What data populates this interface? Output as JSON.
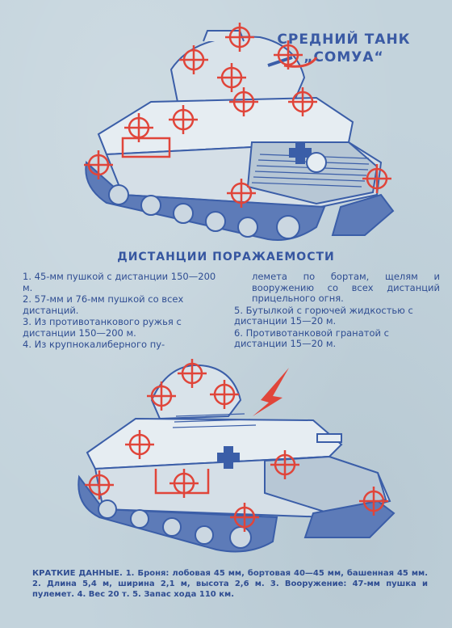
{
  "title": {
    "line1": "СРЕДНИЙ ТАНК",
    "line2": "„СОМУА“"
  },
  "heading": "ДИСТАНЦИИ ПОРАЖАЕМОСТИ",
  "items_left": [
    "1. 45-мм пушкой с дистанции 150—200 м.",
    "2. 57-мм и 76-мм пушкой со всех дистанций.",
    "3. Из противотанкового ружья с дистанции 150—200 м.",
    "4. Из крупнокалиберного пу-"
  ],
  "items_right": [
    "лемета по бортам, щелям и вооружению со всех дистанций прицельного огня.",
    "5. Бутылкой с горючей жидкостью с дистанции 15—20 м.",
    "6. Противотанковой гранатой с дистанции 15—20 м."
  ],
  "facts": "КРАТКИЕ ДАННЫЕ. 1. Броня: лобовая 45 мм, бортовая 40—45 мм, башенная 45 мм. 2. Длина 5,4 м, ширина 2,1 м, высота 2,6 м. 3. Вооружение: 47-мм пушка и пулемет. 4. Вес 20 т. 5. Запас хода 110 км.",
  "colors": {
    "ink": "#2e4a86",
    "target": "#e0453a",
    "paper": "#c3d3dc"
  },
  "icons": [
    "tank-front-illustration",
    "tank-side-illustration",
    "target-crosshair-icon",
    "arrow-icon"
  ]
}
